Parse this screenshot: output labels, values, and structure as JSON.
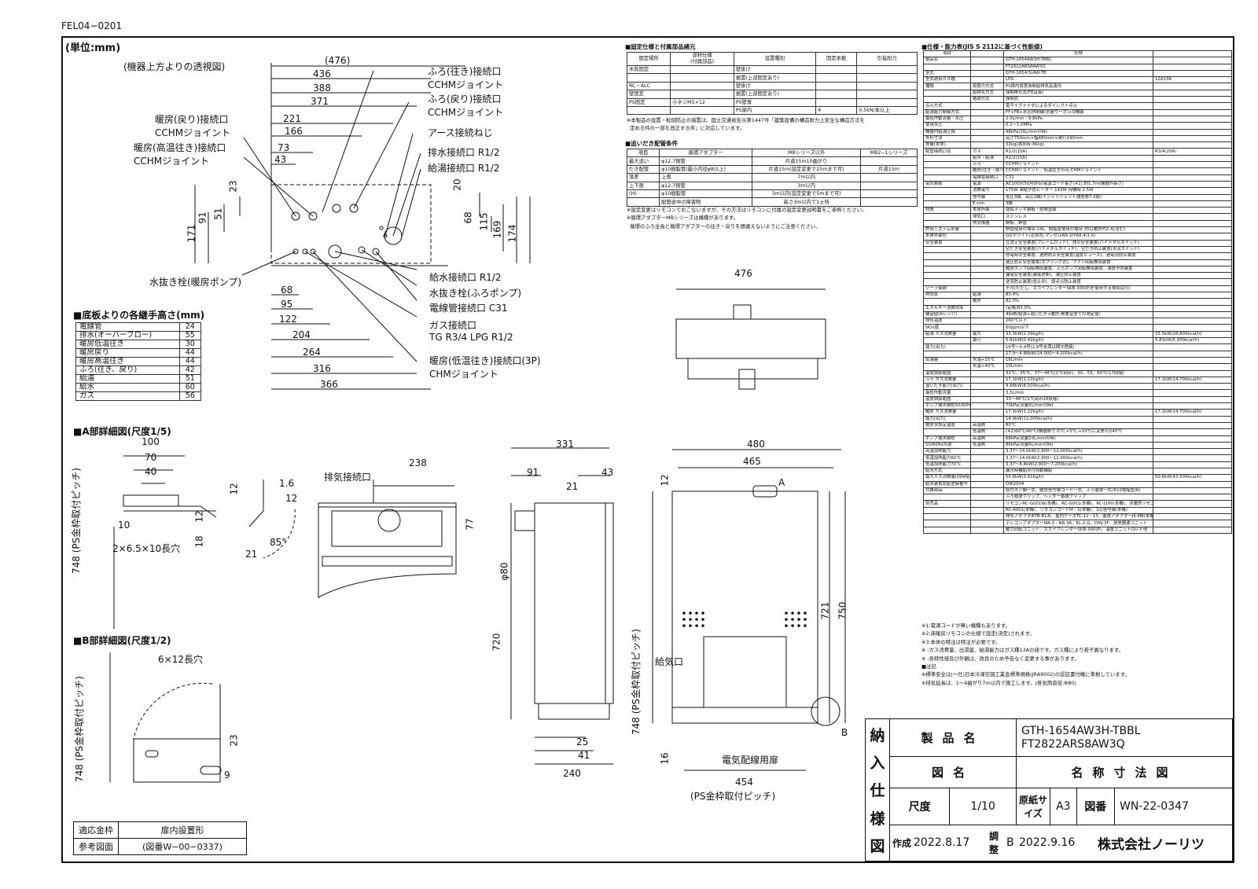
{
  "doc_code": "FEL04−0201",
  "unit_label": "(単位:mm)",
  "top_view": {
    "title": "(機器上方よりの透視図)",
    "dims_top": [
      "(476)",
      "436",
      "388",
      "371",
      "221",
      "166",
      "73",
      "43"
    ],
    "dims_left": [
      "23",
      "51",
      "91",
      "171"
    ],
    "dims_right": [
      "20",
      "68",
      "115",
      "169",
      "174"
    ],
    "dims_bottom": [
      "68",
      "95",
      "122",
      "204",
      "264",
      "316",
      "366"
    ],
    "callouts_right": [
      {
        "l1": "ふろ(往き)接続口",
        "l2": "CCHMジョイント"
      },
      {
        "l1": "ふろ(戻り)接続口",
        "l2": "CCHMジョイント"
      },
      {
        "l1": "アース接続ねじ",
        "l2": ""
      },
      {
        "l1": "排水接続口 R1/2",
        "l2": ""
      },
      {
        "l1": "給湯接続口 R1/2",
        "l2": ""
      }
    ],
    "callouts_left": [
      {
        "l1": "暖房(戻り)接続口",
        "l2": "CCHMジョイント"
      },
      {
        "l1": "暖房(高温往き)接続口",
        "l2": "CCHMジョイント"
      }
    ],
    "callout_drain": "水抜き栓(暖房ポンプ)",
    "callouts_bottom": [
      {
        "l1": "給水接続口 R1/2",
        "l2": ""
      },
      {
        "l1": "水抜き栓(ふろポンプ)",
        "l2": ""
      },
      {
        "l1": "電線管接続口 C31",
        "l2": ""
      },
      {
        "l1": "ガス接続口",
        "l2": "TG R3/4 LPG R1/2"
      },
      {
        "l1": "暖房(低温往き)接続口(3P)",
        "l2": "CHMジョイント"
      }
    ]
  },
  "heights": {
    "title": "■底板よりの各継手高さ(mm)",
    "rows": [
      [
        "電線管",
        "24"
      ],
      [
        "排水(オーバーフロー)",
        "55"
      ],
      [
        "暖房低温往き",
        "30"
      ],
      [
        "暖房戻り",
        "44"
      ],
      [
        "暖房高温往き",
        "44"
      ],
      [
        "ふろ(往き、戻り)",
        "42"
      ],
      [
        "給湯",
        "51"
      ],
      [
        "給水",
        "60"
      ],
      [
        "ガス",
        "56"
      ]
    ]
  },
  "detail_a": {
    "title": "■A部詳細図(尺度1/5)",
    "dims": [
      "100",
      "70",
      "40",
      "10",
      "12",
      "1.6",
      "12",
      "12",
      "18",
      "21",
      "85°"
    ],
    "hole": "2×6.5×10長穴",
    "pitch": "748",
    "pitch_label": "(PS金枠取付ピッチ)"
  },
  "detail_b": {
    "title": "■B部詳細図(尺度1/2)",
    "hole": "6×12長穴",
    "pitch": "748",
    "pitch_label": "(PS金枠取付ピッチ)",
    "dims": [
      "23",
      "9"
    ]
  },
  "front_unit": {
    "exhaust_label": "排気接続口",
    "dims": [
      "238",
      "77"
    ]
  },
  "side_view": {
    "dims": [
      "331",
      "91",
      "21",
      "43",
      "φ80",
      "720",
      "25",
      "41",
      "240"
    ]
  },
  "front_view": {
    "dims": [
      "480",
      "465",
      "12",
      "721",
      "750",
      "16",
      "454"
    ],
    "pitch": "748",
    "pitch_label": "(PS金枠取付ピッチ)",
    "bottom_label": "(PS金枠取付ピッチ)",
    "air_label": "給気口",
    "door_label": "電気配線用扉",
    "mark_a": "A",
    "mark_b": "B"
  },
  "top_unit": {
    "dim": "476"
  },
  "ref_table": {
    "r1": [
      "適応金枠",
      "扉内設置形"
    ],
    "r2": [
      "参考図面",
      "(図番W−00−0337)"
    ]
  },
  "fixing": {
    "title": "■固定仕様と付属部品諸元",
    "header": [
      "固定場所",
      "部材仕様\n(付属部品)",
      "設置種別",
      "固定本数",
      "引抜耐力"
    ],
    "rows": [
      [
        "木質固定",
        "",
        "壁掛け",
        "",
        ""
      ],
      [
        "",
        "",
        "据置(上部固定あり)",
        "",
        ""
      ],
      [
        "RC・ALC",
        "",
        "壁掛け",
        "",
        ""
      ],
      [
        "壁固定",
        "",
        "据置(上部固定あり)",
        "",
        ""
      ],
      [
        "PS固定",
        "小ネジM5×12",
        "PS壁専",
        "",
        ""
      ],
      [
        "",
        "",
        "PS扉内",
        "4",
        "0.5kN/本以上"
      ]
    ],
    "note1": "※本製品の設置・転倒防止の措置は、国土交通省告示第1447号「建築設備の構造耐力上安全な構造方法を",
    "note2": "定める件の一部を改正する件」に対応しています。"
  },
  "piping": {
    "title": "■追いだき配管条件",
    "header": [
      "項目",
      "循環アダプター",
      "MBシリーズ以外",
      "MB2−1シリーズ"
    ],
    "rows": [
      [
        "最大追い",
        "φ12.7銅管",
        "片道15m10曲がり",
        ""
      ],
      [
        "だき配管",
        "φ10樹脂管(最小内径φ8以上)",
        "片道15m(設定変更で25mまで可)",
        "片道15m"
      ],
      [
        "落差",
        "上限",
        "7m以内",
        ""
      ],
      [
        "上下限",
        "φ12.7銅管",
        "3m以内",
        ""
      ],
      [
        "(H)",
        "φ10樹脂管",
        "3m以内(設定変更で5mまで可)",
        ""
      ],
      [
        "",
        "配管途中の障害物",
        "高さ3m以内で1ヵ所",
        ""
      ]
    ],
    "note1": "※設定変更はリモコンでおこないますが、その方法はリモコンに付属の設定変更説明書をご参照ください。",
    "note2": "※循環アダプターMBシリーズは機種があります。",
    "note3": "循環のふろ全長と循環アダプターの往き・戻りを間違えないようにご注意ください。"
  },
  "spec": {
    "title": "■仕様・能力表(JIS S 2112に基づく性能値)",
    "rows": [
      [
        "項目",
        "",
        "仕様",
        ""
      ],
      [
        "製品名",
        "",
        "GTH-1654AW3H-TBBL",
        ""
      ],
      [
        "",
        "",
        "FT2822ARS8AW3Q",
        ""
      ],
      [
        "型式",
        "",
        "GTH-1654(S)AW-TB",
        ""
      ],
      [
        "型式適用ガス種",
        "",
        "LPG",
        "12A13A"
      ],
      [
        "種類",
        "設置の方式",
        "PS扉内設置強制給排気延長形",
        ""
      ],
      [
        "",
        "給排気方式",
        "強制排気式(FE延長)",
        ""
      ],
      [
        "",
        "循環方式",
        "強制式",
        ""
      ],
      [
        "点火方式",
        "",
        "電子イグナイタによるダイレクト点火",
        ""
      ],
      [
        "給湯能力制御方式",
        "",
        "FF+FB+水比例制御(水量サーボ)+Q機能",
        ""
      ],
      [
        "最低作動流量・水圧",
        "",
        "2.0L/min・9.8kPa",
        ""
      ],
      [
        "使用水圧",
        "",
        "0.1〜1.0MPa",
        ""
      ],
      [
        "機器内給湯圧損",
        "",
        "48kPa(16L/minの時)",
        ""
      ],
      [
        "外形寸法",
        "",
        "高さ750mm×幅480mm×奥行240mm",
        ""
      ],
      [
        "質量(本体)",
        "",
        "32kg(満水時:36kg)",
        ""
      ],
      [
        "配管接続口径",
        "ガス",
        "R1/2(15A)",
        "R3/4(20A)"
      ],
      [
        "",
        "給水・給湯",
        "R1/2(15A)",
        ""
      ],
      [
        "",
        "ふろ",
        "CCHMジョイント",
        ""
      ],
      [
        "",
        "暖房(往き・戻り)",
        "CCHMジョイント、低温往きのみ:CHMジョイント",
        ""
      ],
      [
        "",
        "電線管接続口",
        "C31",
        ""
      ],
      [
        "電気関係",
        "電源",
        "AC100V(50/60Hz)電源コード長さ(※1):約1.7m(機器外長さ)",
        ""
      ],
      [
        "",
        "消費電力",
        "175W 凍結予防ヒーター 143W 待機時:1.5W",
        ""
      ],
      [
        "",
        "信号線",
        "低圧3線、高圧2線(インテリジェント通信第7.0版)",
        ""
      ],
      [
        "",
        "E-con",
        "3線",
        ""
      ],
      [
        "材質",
        "本体外装",
        "亜鉛メッキ鋼板・耐候塗装",
        ""
      ],
      [
        "",
        "排気口",
        "ステンレス",
        ""
      ],
      [
        "",
        "熱交換器",
        "銅板、銅管",
        ""
      ],
      [
        "許容システム水量",
        "",
        "銅管使用の場合:24L、樹脂管使用の場合:35L(暖房内2.4L含む)",
        ""
      ],
      [
        "本体外装色",
        "",
        "GQホワイト(近似色:マンセルN9.3/YR8.4/1.0)",
        ""
      ],
      [
        "安全装置",
        "",
        "立消え安全装置(フレームロッド)、残火安全装置(バイメタルスイッチ)",
        ""
      ],
      [
        "",
        "",
        "空だき安全装置(バイメタルスイッチ)、空だき防止装置(水流スイッチ)",
        ""
      ],
      [
        "",
        "",
        "停電時安全装置、過熱防止安全装置(温度ヒューズ)、過電流防止装置",
        ""
      ],
      [
        "",
        "",
        "過圧防止安全装置(スプリング式)、ファン回転検出装置",
        ""
      ],
      [
        "",
        "",
        "暖房ポンプ回転検出装置、ふろポンプ回転検出装置、凍結予防装置",
        ""
      ],
      [
        "",
        "",
        "漏電安全装置(漏電遮断)、減圧防止装置",
        ""
      ],
      [
        "",
        "",
        "逆流防止装置(逆止弁)、誤点火防止装置",
        ""
      ],
      [
        "ソーラ接続",
        "",
        "不可(ただし、スカイブレンダーSKB-300(P)を使用する場合は可)",
        ""
      ],
      [
        "熱効率",
        "給湯",
        "83.4%",
        ""
      ],
      [
        "",
        "暖房",
        "82.0%",
        ""
      ],
      [
        "エネルギー消費効率",
        "",
        "(定格)83.0%",
        ""
      ],
      [
        "騒音値(Aレンジ)",
        "",
        "49dB(給湯+追いだき+暖房:無響音室での測定値)",
        ""
      ],
      [
        "排気温度",
        "",
        "260℃以下",
        ""
      ],
      [
        "NOx値",
        "",
        "60ppm以下",
        ""
      ],
      [
        "給湯 ガス消費量",
        "最大",
        "33.5kW(2.39kg/h)",
        "33.5kW(28,800kcal/h)"
      ],
      [
        "",
        "最小",
        "5.81kW(0.42kg/h)",
        "5.81kW(5,000kcal/h)"
      ],
      [
        "能力(出力)",
        "",
        "16号〜0.4号(2.8号未満は間欠燃焼)",
        ""
      ],
      [
        "",
        "",
        "27.9〜4.88kW(24,000〜4,200kcal/h)",
        ""
      ],
      [
        "出湯量",
        "水温+25℃",
        "16L/min",
        ""
      ],
      [
        "",
        "水温+40℃",
        "10L/min",
        ""
      ],
      [
        "温度調節範囲",
        "",
        "32℃、35℃、37〜48℃(1℃刻み)、50、55、60℃(17段階)",
        ""
      ],
      [
        "ふろ ガス消費量",
        "",
        "17.1kW(1.22kg/h)",
        "17.1kW(14,700kcal/h)"
      ],
      [
        "追いだき能力(出力)",
        "",
        "9.88kW(8,500kcal/h)",
        ""
      ],
      [
        "最低作動流量",
        "",
        "3.5L/min",
        ""
      ],
      [
        "温度調節範囲",
        "",
        "33〜48℃(1℃刻み16段階)",
        ""
      ],
      [
        "ポンプ揚水揚程50/60Hz共通",
        "",
        "73kPa(流量5L/minの時)",
        ""
      ],
      [
        "暖房 ガス消費量",
        "",
        "17.1kW(1.22kg/h)",
        "17.1kW(14,700kcal/h)"
      ],
      [
        "能力(出力)",
        "",
        "14.0kW(12,000kcal/h)",
        ""
      ],
      [
        "暖房水設定温度",
        "高温側",
        "80℃",
        ""
      ],
      [
        "",
        "低温側",
        "(※2)60℃/40℃(機器側で-5℃,+5℃,+10℃に変更可)/40℃",
        ""
      ],
      [
        "ポンプ揚水揚程",
        "高温側",
        "68kPa(流量10L/minの時)",
        ""
      ],
      [
        "50/60Hz共通",
        "低温側",
        "86kPa(流量6L/minの時)",
        ""
      ],
      [
        "高温加熱能力",
        "",
        "3.37〜14.0kW(2,900〜12,000kcal/h)",
        ""
      ],
      [
        "低温加熱能力60℃",
        "",
        "3.37〜14.0kW(2,900〜12,000kcal/h)",
        ""
      ],
      [
        "低温加熱能力70℃",
        "",
        "3.37〜8.4kW(2,900〜7,200kcal/h)",
        ""
      ],
      [
        "給水方式",
        "",
        "漏水時補給水付自動補給",
        ""
      ],
      [
        "最大ガス消費量(同時使用時)",
        "",
        "50.6kW(3.61kg/h)",
        "50.6kW(43,500kcal/h)"
      ],
      [
        "給水装置認証登録番号",
        "",
        "OW2004",
        ""
      ],
      [
        "付属部品",
        "",
        "取付ネジ類一式、暖房信号線コード一式、ふろ循環一式(Φ10樹脂管用)",
        ""
      ],
      [
        "",
        "",
        "ふろ循環クリップ、ヘッダー循環クリップ",
        ""
      ],
      [
        "別売品",
        "",
        "リモコンRC-G001W(本機)、RC-G001(本機)、RC-J100(本機)、床暖房リモコン(本機)",
        ""
      ],
      [
        "",
        "",
        "RC-A001(本機)、リモコンコードM・S(本機)、3芯信号線(本機)",
        ""
      ],
      [
        "",
        "",
        "排気アダプタΦTB-B1系、屋内ケースTC-12・13、循環アダプターJK-MB(本機)",
        ""
      ],
      [
        "",
        "",
        "テレコンアダプターMA-3・NR-3A、EL-2-G、DMJ-3F、放熱器連ユニット",
        ""
      ],
      [
        "",
        "",
        "暖力同配ユニット、スカイブレンダーSKB-300(P)、温度ユニットQU-3 他",
        ""
      ]
    ],
    "notes": [
      "※1:電源コードが無い機種もあります。",
      "※2:床暖房リモコンの仕様で設定(決定)されます。",
      "※3:本体の特注は特注が必要です。",
      "※ :ガス消費量、出湯量、給湯能力はガス種13Aの値です。ガス種により若干異なります。",
      "※ :各特性値及び外観は、改良のため予告なく変更する事があります。",
      "■注記",
      "※標準安全は(一社)日本冷凍空調工業会標準規格(JRA9002)の認証書付機に準拠しています。",
      "※排気延長は、1〜4曲がり7m以内で施工します。(排気筒直径:Φ80)"
    ]
  },
  "title_block": {
    "side_chars": [
      "納",
      "入",
      "仕",
      "様",
      "図"
    ],
    "product_label": "製品名",
    "product_1": "GTH-1654AW3H-TBBL",
    "product_2": "FT2822ARS8AW3Q",
    "drawing_label": "図名",
    "drawing_name": "名称寸法図",
    "scale_label": "尺度",
    "scale": "1/10",
    "paper_label": "原紙サイズ",
    "paper": "A3",
    "number_label": "図番",
    "number": "WN-22-0347",
    "made_label": "作成",
    "made_date": "2022.8.17",
    "check_label": "調整",
    "check_rev": "B",
    "check_date": "2022.9.16",
    "company": "株式会社ノーリツ"
  }
}
